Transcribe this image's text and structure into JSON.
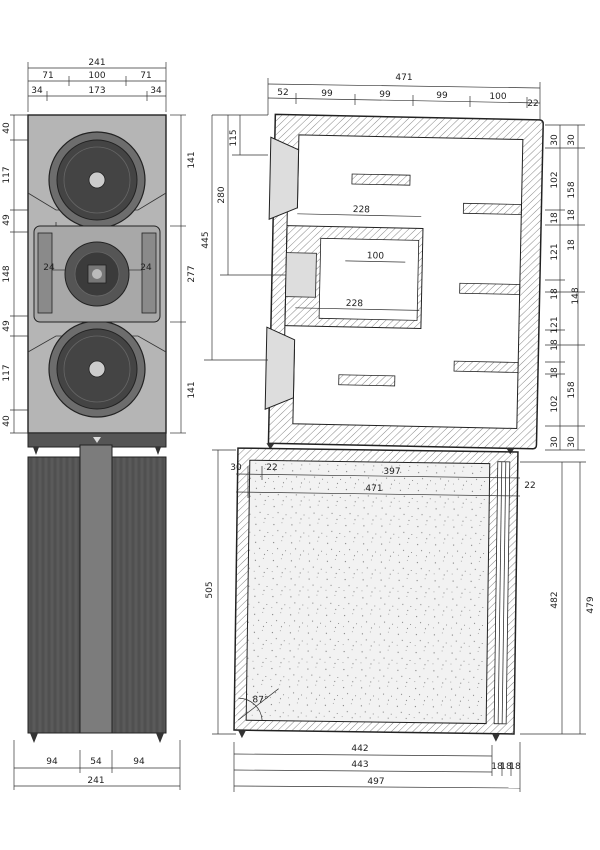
{
  "front_view": {
    "top_widths": [
      "241",
      "71",
      "100",
      "71",
      "34",
      "173",
      "34"
    ],
    "left_heights": [
      "40",
      "117",
      "49",
      "148",
      "49",
      "117",
      "40"
    ],
    "right_heights": [
      "141",
      "277",
      "141"
    ],
    "midrange_insets": [
      "24",
      "24"
    ],
    "bottom_widths": [
      "94",
      "54",
      "94",
      "241"
    ]
  },
  "section_view": {
    "top_widths": [
      "471",
      "52",
      "99",
      "99",
      "99",
      "100",
      "22"
    ],
    "left_heights": [
      "115",
      "280",
      "445"
    ],
    "inner_labels": [
      "228",
      "100",
      "228"
    ],
    "right_inner": [
      "30",
      "102",
      "18",
      "121",
      "18",
      "148",
      "18",
      "121",
      "18",
      "102",
      "30"
    ],
    "right_outer": [
      "30",
      "158",
      "18",
      "18",
      "158",
      "30"
    ]
  },
  "base_view": {
    "top_labels": [
      "30",
      "22",
      "397",
      "471",
      "22"
    ],
    "left_height": "505",
    "right_heights": [
      "482",
      "479"
    ],
    "angle": "87°",
    "bottom_widths": [
      "442",
      "443",
      "18",
      "18",
      "18",
      "497"
    ]
  },
  "colors": {
    "baffle": "#b5b5b5",
    "stand": "#555555",
    "hatch": "#888888",
    "speckle_bg": "#f2f2f2"
  }
}
